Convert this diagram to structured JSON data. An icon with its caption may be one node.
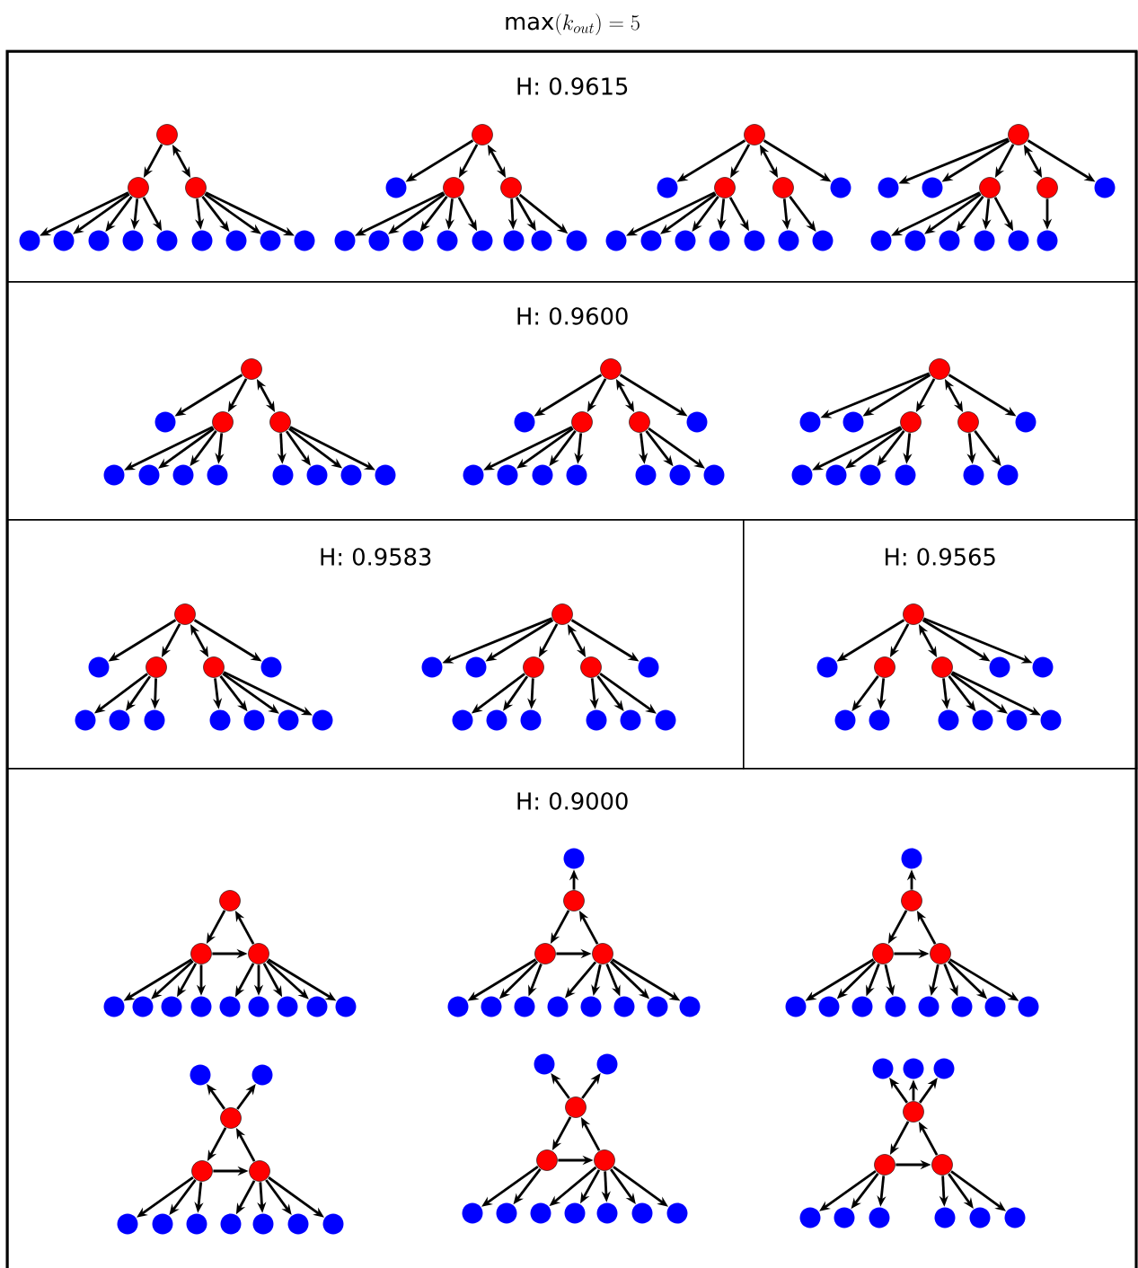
{
  "diagram": {
    "title": "\\mathrm{max}(k_{out}) = 5",
    "nodes": [
      {
        "text": [
          "H: 0.9615"
        ]
      },
      {
        "text": [],
        "shape": "circle",
        "in": 0
      },
      {
        "text": [],
        "shape": "circle",
        "in": 0
      },
      {
        "text": [],
        "shape": "circle",
        "in": 0
      },
      {
        "text": [],
        "shape": "circle",
        "in": 0
      },
      {
        "text": [],
        "shape": "circle",
        "in": 0
      },
      {
        "text": [],
        "shape": "circle",
        "in": 0
      },
      {
        "text": [],
        "shape": "circle",
        "in": 0
      },
      {
        "text": [],
        "shape": "circle",
        "in": 0
      },
      {
        "text": [],
        "shape": "circle",
        "in": 0
      },
      {
        "text": [],
        "shape": "circle",
        "in": 0
      },
      {
        "text": [],
        "shape": "circle",
        "in": 0
      },
      {
        "text": [],
        "shape": "circle",
        "in": 0
      },
      {
        "text": [],
        "shape": "circle",
        "in": 0
      },
      {
        "text": [],
        "shape": "circle",
        "in": 0
      },
      {
        "text": [],
        "shape": "circle",
        "in": 0
      },
      {
        "text": [],
        "shape": "circle",
        "in": 0
      },
      {
        "text": [],
        "shape": "circle",
        "in": 0
      },
      {
        "text": [],
        "shape": "circle",
        "in": 0
      },
      {
        "text": [],
        "shape": "circle",
        "in": 0
      },
      {
        "text": [],
        "shape": "circle",
        "in": 0
      },
      {
        "text": [],
        "shape": "circle",
        "in": 0
      },
      {
        "text": [],
        "shape": "circle",
        "in": 0
      },
      {
        "text": [],
        "shape": "circle",
        "in": 0
      },
      {
        "text": [],
        "shape": "circle",
        "in": 0
      },
      {
        "text": [],
        "shape": "circle",
        "in": 0
      },
      {
        "text": [],
        "shape": "circle",
        "in": 0
      },
      {
        "text": [],
        "shape": "circle",
        "in": 0
      },
      {
        "text": [],
        "shape": "circle",
        "in": 0
      },
      {
        "text": [],
        "shape": "circle",
        "in": 0
      },
      {
        "text": [],
        "shape": "circle",
        "in": 0
      },
      {
        "text": [],
        "shape": "circle",
        "in": 0
      },
      {
        "text": [],
        "shape": "circle",
        "in": 0
      },
      {
        "text": [],
        "shape": "circle",
        "in": 0
      },
      {
        "text": [],
        "shape": "circle",
        "in": 0
      },
      {
        "text": [],
        "shape": "circle",
        "in": 0
      },
      {
        "text": [],
        "shape": "circle",
        "in": 0
      },
      {
        "text": [],
        "shape": "circle",
        "in": 0
      },
      {
        "text": [],
        "shape": "circle",
        "in": 0
      },
      {
        "text": [],
        "shape": "circle",
        "in": 0
      },
      {
        "text": [],
        "shape": "circle",
        "in": 0
      },
      {
        "text": [],
        "shape": "circle",
        "in": 0
      },
      {
        "text": [],
        "shape": "circle",
        "in": 0
      },
      {
        "text": [],
        "shape": "circle",
        "in": 0
      },
      {
        "text": [],
        "shape": "circle",
        "in": 0
      },
      {
        "text": [],
        "shape": "circle",
        "in": 0
      },
      {
        "text": [],
        "shape": "circle",
        "in": 0
      },
      {
        "text": [],
        "shape": "circle",
        "in": 0
      },
      {
        "text": [],
        "shape": "circle",
        "in": 0
      },
      {
        "text": [
          "H: 0.9600"
        ]
      },
      {
        "text": [],
        "shape": "circle",
        "in": 49
      },
      {
        "text": [],
        "shape": "circle",
        "in": 49
      },
      {
        "text": [],
        "shape": "circle",
        "in": 49
      },
      {
        "text": [],
        "shape": "circle",
        "in": 49
      },
      {
        "text": [],
        "shape": "circle",
        "in": 49
      },
      {
        "text": [],
        "shape": "circle",
        "in": 49
      },
      {
        "text": [],
        "shape": "circle",
        "in": 49
      },
      {
        "text": [],
        "shape": "circle",
        "in": 49
      },
      {
        "text": [],
        "shape": "circle",
        "in": 49
      },
      {
        "text": [],
        "shape": "circle",
        "in": 49
      },
      {
        "text": [],
        "shape": "circle",
        "in": 49
      },
      {
        "text": [],
        "shape": "circle",
        "in": 49
      },
      {
        "text": [],
        "shape": "circle",
        "in": 49
      },
      {
        "text": [],
        "shape": "circle",
        "in": 49
      },
      {
        "text": [],
        "shape": "circle",
        "in": 49
      },
      {
        "text": [],
        "shape": "circle",
        "in": 49
      },
      {
        "text": [],
        "shape": "circle",
        "in": 49
      },
      {
        "text": [],
        "shape": "circle",
        "in": 49
      },
      {
        "text": [],
        "shape": "circle",
        "in": 49
      },
      {
        "text": [],
        "shape": "circle",
        "in": 49
      },
      {
        "text": [],
        "shape": "circle",
        "in": 49
      },
      {
        "text": [],
        "shape": "circle",
        "in": 49
      },
      {
        "text": [],
        "shape": "circle",
        "in": 49
      },
      {
        "text": [],
        "shape": "circle",
        "in": 49
      },
      {
        "text": [],
        "shape": "circle",
        "in": 49
      },
      {
        "text": [],
        "shape": "circle",
        "in": 49
      },
      {
        "text": [],
        "shape": "circle",
        "in": 49
      },
      {
        "text": [],
        "shape": "circle",
        "in": 49
      },
      {
        "text": [],
        "shape": "circle",
        "in": 49
      },
      {
        "text": [],
        "shape": "circle",
        "in": 49
      },
      {
        "text": [],
        "shape": "circle",
        "in": 49
      },
      {
        "text": [],
        "shape": "circle",
        "in": 49
      },
      {
        "text": [],
        "shape": "circle",
        "in": 49
      },
      {
        "text": [],
        "shape": "circle",
        "in": 49
      },
      {
        "text": [],
        "shape": "circle",
        "in": 49
      },
      {
        "text": [],
        "shape": "circle",
        "in": 49
      },
      {
        "text": [
          "H: 0.9583"
        ]
      },
      {
        "text": [],
        "shape": "circle",
        "in": 86
      },
      {
        "text": [],
        "shape": "circle",
        "in": 86
      },
      {
        "text": [],
        "shape": "circle",
        "in": 86
      },
      {
        "text": [],
        "shape": "circle",
        "in": 86
      },
      {
        "text": [],
        "shape": "circle",
        "in": 86
      },
      {
        "text": [],
        "shape": "circle",
        "in": 86
      },
      {
        "text": [],
        "shape": "circle",
        "in": 86
      },
      {
        "text": [],
        "shape": "circle",
        "in": 86
      },
      {
        "text": [],
        "shape": "circle",
        "in": 86
      },
      {
        "text": [],
        "shape": "circle",
        "in": 86
      },
      {
        "text": [],
        "shape": "circle",
        "in": 86
      },
      {
        "text": [],
        "shape": "circle",
        "in": 86
      },
      {
        "text": [],
        "shape": "circle",
        "in": 86
      },
      {
        "text": [],
        "shape": "circle",
        "in": 86
      },
      {
        "text": [],
        "shape": "circle",
        "in": 86
      },
      {
        "text": [],
        "shape": "circle",
        "in": 86
      },
      {
        "text": [],
        "shape": "circle",
        "in": 86
      },
      {
        "text": [],
        "shape": "circle",
        "in": 86
      },
      {
        "text": [],
        "shape": "circle",
        "in": 86
      },
      {
        "text": [],
        "shape": "circle",
        "in": 86
      },
      {
        "text": [],
        "shape": "circle",
        "in": 86
      },
      {
        "text": [],
        "shape": "circle",
        "in": 86
      },
      {
        "text": [],
        "shape": "circle",
        "in": 86
      },
      {
        "text": [],
        "shape": "circle",
        "in": 86
      },
      {
        "text": [
          "H: 0.9565"
        ]
      },
      {
        "text": [],
        "shape": "circle",
        "in": 111
      },
      {
        "text": [],
        "shape": "circle",
        "in": 111
      },
      {
        "text": [],
        "shape": "circle",
        "in": 111
      },
      {
        "text": [],
        "shape": "circle",
        "in": 111
      },
      {
        "text": [],
        "shape": "circle",
        "in": 111
      },
      {
        "text": [],
        "shape": "circle",
        "in": 111
      },
      {
        "text": [],
        "shape": "circle",
        "in": 111
      },
      {
        "text": [],
        "shape": "circle",
        "in": 111
      },
      {
        "text": [],
        "shape": "circle",
        "in": 111
      },
      {
        "text": [],
        "shape": "circle",
        "in": 111
      },
      {
        "text": [],
        "shape": "circle",
        "in": 111
      },
      {
        "text": [],
        "shape": "circle",
        "in": 111
      },
      {
        "text": [
          "H: 0.9000"
        ]
      },
      {
        "text": [],
        "shape": "circle",
        "in": 124
      },
      {
        "text": [],
        "shape": "circle",
        "in": 124
      },
      {
        "text": [],
        "shape": "circle",
        "in": 124
      },
      {
        "text": [],
        "shape": "circle",
        "in": 124
      },
      {
        "text": [],
        "shape": "circle",
        "in": 124
      },
      {
        "text": [],
        "shape": "circle",
        "in": 124
      },
      {
        "text": [],
        "shape": "circle",
        "in": 124
      },
      {
        "text": [],
        "shape": "circle",
        "in": 124
      },
      {
        "text": [],
        "shape": "circle",
        "in": 124
      },
      {
        "text": [],
        "shape": "circle",
        "in": 124
      },
      {
        "text": [],
        "shape": "circle",
        "in": 124
      },
      {
        "text": [],
        "shape": "circle",
        "in": 124
      },
      {
        "text": [],
        "shape": "circle",
        "in": 124
      },
      {
        "text": [],
        "shape": "circle",
        "in": 124
      },
      {
        "text": [],
        "shape": "circle",
        "in": 124
      },
      {
        "text": [],
        "shape": "circle",
        "in": 124
      },
      {
        "text": [],
        "shape": "circle",
        "in": 124
      },
      {
        "text": [],
        "shape": "circle",
        "in": 124
      },
      {
        "text": [],
        "shape": "circle",
        "in": 124
      },
      {
        "text": [],
        "shape": "circle",
        "in": 124
      },
      {
        "text": [],
        "shape": "circle",
        "in": 124
      },
      {
        "text": [],
        "shape": "circle",
        "in": 124
      },
      {
        "text": [],
        "shape": "circle",
        "in": 124
      },
      {
        "text": [],
        "shape": "circle",
        "in": 124
      },
      {
        "text": [],
        "shape": "circle",
        "in": 124
      },
      {
        "text": [],
        "shape": "circle",
        "in": 124
      },
      {
        "text": [],
        "shape": "circle",
        "in": 124
      },
      {
        "text": [],
        "shape": "circle",
        "in": 124
      },
      {
        "text": [],
        "shape": "circle",
        "in": 124
      },
      {
        "text": [],
        "shape": "circle",
        "in": 124
      },
      {
        "text": [],
        "shape": "circle",
        "in": 124
      },
      {
        "text": [],
        "shape": "circle",
        "in": 124
      },
      {
        "text": [],
        "shape": "circle",
        "in": 124
      },
      {
        "text": [],
        "shape": "circle",
        "in": 124
      },
      {
        "text": [],
        "shape": "circle",
        "in": 124
      },
      {
        "text": [],
        "shape": "circle",
        "in": 124
      },
      {
        "text": [],
        "shape": "circle",
        "in": 124
      },
      {
        "text": [],
        "shape": "circle",
        "in": 124
      },
      {
        "text": [],
        "shape": "circle",
        "in": 124
      },
      {
        "text": [],
        "shape": "circle",
        "in": 124
      },
      {
        "text": [],
        "shape": "circle",
        "in": 124
      },
      {
        "text": [],
        "shape": "circle",
        "in": 124
      },
      {
        "text": [],
        "shape": "circle",
        "in": 124
      },
      {
        "text": [],
        "shape": "circle",
        "in": 124
      },
      {
        "text": [],
        "shape": "circle",
        "in": 124
      },
      {
        "text": [],
        "shape": "circle",
        "in": 124
      },
      {
        "text": [],
        "shape": "circle",
        "in": 124
      },
      {
        "text": [],
        "shape": "circle",
        "in": 124
      },
      {
        "text": [],
        "shape": "circle",
        "in": 124
      },
      {
        "text": [],
        "shape": "circle",
        "in": 124
      },
      {
        "text": [],
        "shape": "circle",
        "in": 124
      },
      {
        "text": [],
        "shape": "circle",
        "in": 124
      },
      {
        "text": [],
        "shape": "circle",
        "in": 124
      },
      {
        "text": [],
        "shape": "circle",
        "in": 124
      },
      {
        "text": [],
        "shape": "circle",
        "in": 124
      },
      {
        "text": [],
        "shape": "circle",
        "in": 124
      },
      {
        "text": [],
        "shape": "circle",
        "in": 124
      },
      {
        "text": [],
        "shape": "circle",
        "in": 124
      },
      {
        "text": [],
        "shape": "circle",
        "in": 124
      },
      {
        "text": [],
        "shape": "circle",
        "in": 124
      },
      {
        "text": [],
        "shape": "circle",
        "in": 124
      },
      {
        "text": [],
        "shape": "circle",
        "in": 124
      },
      {
        "text": [],
        "shape": "circle",
        "in": 124
      },
      {
        "text": [],
        "shape": "circle",
        "in": 124
      },
      {
        "text": [],
        "shape": "circle",
        "in": 124
      },
      {
        "text": [],
        "shape": "circle",
        "in": 124
      },
      {
        "text": [],
        "shape": "circle",
        "in": 124
      },
      {
        "text": [],
        "shape": "circle",
        "in": 124
      },
      {
        "text": [],
        "shape": "circle",
        "in": 124
      },
      {
        "text": [],
        "shape": "circle",
        "in": 124
      },
      {
        "text": [],
        "shape": "circle",
        "in": 124
      },
      {
        "text": [],
        "shape": "circle",
        "in": 124
      }
    ],
    "edges": [
      {
        "from": 1,
        "to": 2,
        "arrow": "to"
      },
      {
        "from": 1,
        "to": 3,
        "arrow": "both"
      },
      {
        "from": 2,
        "to": 4,
        "arrow": "to"
      },
      {
        "from": 2,
        "to": 5,
        "arrow": "to"
      },
      {
        "from": 2,
        "to": 6,
        "arrow": "to"
      },
      {
        "from": 2,
        "to": 7,
        "arrow": "to"
      },
      {
        "from": 2,
        "to": 8,
        "arrow": "to"
      },
      {
        "from": 3,
        "to": 9,
        "arrow": "to"
      },
      {
        "from": 3,
        "to": 10,
        "arrow": "to"
      },
      {
        "from": 3,
        "to": 11,
        "arrow": "to"
      },
      {
        "from": 3,
        "to": 12,
        "arrow": "to"
      },
      {
        "from": 13,
        "to": 14,
        "arrow": "to"
      },
      {
        "from": 13,
        "to": 15,
        "arrow": "to"
      },
      {
        "from": 13,
        "to": 16,
        "arrow": "both"
      },
      {
        "from": 15,
        "to": 17,
        "arrow": "to"
      },
      {
        "from": 15,
        "to": 18,
        "arrow": "to"
      },
      {
        "from": 15,
        "to": 19,
        "arrow": "to"
      },
      {
        "from": 15,
        "to": 20,
        "arrow": "to"
      },
      {
        "from": 15,
        "to": 21,
        "arrow": "to"
      },
      {
        "from": 16,
        "to": 22,
        "arrow": "to"
      },
      {
        "from": 16,
        "to": 23,
        "arrow": "to"
      },
      {
        "from": 16,
        "to": 24,
        "arrow": "to"
      },
      {
        "from": 25,
        "to": 26,
        "arrow": "to"
      },
      {
        "from": 25,
        "to": 27,
        "arrow": "to"
      },
      {
        "from": 25,
        "to": 28,
        "arrow": "both"
      },
      {
        "from": 25,
        "to": 29,
        "arrow": "to"
      },
      {
        "from": 27,
        "to": 30,
        "arrow": "to"
      },
      {
        "from": 27,
        "to": 31,
        "arrow": "to"
      },
      {
        "from": 27,
        "to": 32,
        "arrow": "to"
      },
      {
        "from": 27,
        "to": 33,
        "arrow": "to"
      },
      {
        "from": 27,
        "to": 34,
        "arrow": "to"
      },
      {
        "from": 28,
        "to": 35,
        "arrow": "to"
      },
      {
        "from": 28,
        "to": 36,
        "arrow": "to"
      },
      {
        "from": 37,
        "to": 38,
        "arrow": "to"
      },
      {
        "from": 37,
        "to": 39,
        "arrow": "to"
      },
      {
        "from": 37,
        "to": 40,
        "arrow": "to"
      },
      {
        "from": 37,
        "to": 41,
        "arrow": "both"
      },
      {
        "from": 37,
        "to": 42,
        "arrow": "to"
      },
      {
        "from": 40,
        "to": 43,
        "arrow": "to"
      },
      {
        "from": 40,
        "to": 44,
        "arrow": "to"
      },
      {
        "from": 40,
        "to": 45,
        "arrow": "to"
      },
      {
        "from": 40,
        "to": 46,
        "arrow": "to"
      },
      {
        "from": 40,
        "to": 47,
        "arrow": "to"
      },
      {
        "from": 41,
        "to": 48,
        "arrow": "to"
      },
      {
        "from": 50,
        "to": 51,
        "arrow": "to"
      },
      {
        "from": 50,
        "to": 52,
        "arrow": "to"
      },
      {
        "from": 50,
        "to": 53,
        "arrow": "both"
      },
      {
        "from": 52,
        "to": 54,
        "arrow": "to"
      },
      {
        "from": 52,
        "to": 55,
        "arrow": "to"
      },
      {
        "from": 52,
        "to": 56,
        "arrow": "to"
      },
      {
        "from": 52,
        "to": 57,
        "arrow": "to"
      },
      {
        "from": 53,
        "to": 58,
        "arrow": "to"
      },
      {
        "from": 53,
        "to": 59,
        "arrow": "to"
      },
      {
        "from": 53,
        "to": 60,
        "arrow": "to"
      },
      {
        "from": 53,
        "to": 61,
        "arrow": "to"
      },
      {
        "from": 62,
        "to": 63,
        "arrow": "to"
      },
      {
        "from": 62,
        "to": 64,
        "arrow": "to"
      },
      {
        "from": 62,
        "to": 65,
        "arrow": "both"
      },
      {
        "from": 62,
        "to": 66,
        "arrow": "to"
      },
      {
        "from": 64,
        "to": 67,
        "arrow": "to"
      },
      {
        "from": 64,
        "to": 68,
        "arrow": "to"
      },
      {
        "from": 64,
        "to": 69,
        "arrow": "to"
      },
      {
        "from": 64,
        "to": 70,
        "arrow": "to"
      },
      {
        "from": 65,
        "to": 71,
        "arrow": "to"
      },
      {
        "from": 65,
        "to": 72,
        "arrow": "to"
      },
      {
        "from": 65,
        "to": 73,
        "arrow": "to"
      },
      {
        "from": 74,
        "to": 75,
        "arrow": "to"
      },
      {
        "from": 74,
        "to": 76,
        "arrow": "to"
      },
      {
        "from": 74,
        "to": 77,
        "arrow": "to"
      },
      {
        "from": 74,
        "to": 78,
        "arrow": "both"
      },
      {
        "from": 74,
        "to": 79,
        "arrow": "to"
      },
      {
        "from": 77,
        "to": 80,
        "arrow": "to"
      },
      {
        "from": 77,
        "to": 81,
        "arrow": "to"
      },
      {
        "from": 77,
        "to": 82,
        "arrow": "to"
      },
      {
        "from": 77,
        "to": 83,
        "arrow": "to"
      },
      {
        "from": 78,
        "to": 84,
        "arrow": "to"
      },
      {
        "from": 78,
        "to": 85,
        "arrow": "to"
      },
      {
        "from": 87,
        "to": 88,
        "arrow": "to"
      },
      {
        "from": 87,
        "to": 89,
        "arrow": "to"
      },
      {
        "from": 87,
        "to": 90,
        "arrow": "both"
      },
      {
        "from": 87,
        "to": 91,
        "arrow": "to"
      },
      {
        "from": 89,
        "to": 92,
        "arrow": "to"
      },
      {
        "from": 89,
        "to": 93,
        "arrow": "to"
      },
      {
        "from": 89,
        "to": 94,
        "arrow": "to"
      },
      {
        "from": 90,
        "to": 95,
        "arrow": "to"
      },
      {
        "from": 90,
        "to": 96,
        "arrow": "to"
      },
      {
        "from": 90,
        "to": 97,
        "arrow": "to"
      },
      {
        "from": 90,
        "to": 98,
        "arrow": "to"
      },
      {
        "from": 99,
        "to": 100,
        "arrow": "to"
      },
      {
        "from": 99,
        "to": 101,
        "arrow": "to"
      },
      {
        "from": 99,
        "to": 102,
        "arrow": "to"
      },
      {
        "from": 99,
        "to": 103,
        "arrow": "both"
      },
      {
        "from": 99,
        "to": 104,
        "arrow": "to"
      },
      {
        "from": 102,
        "to": 105,
        "arrow": "to"
      },
      {
        "from": 102,
        "to": 106,
        "arrow": "to"
      },
      {
        "from": 102,
        "to": 107,
        "arrow": "to"
      },
      {
        "from": 103,
        "to": 108,
        "arrow": "to"
      },
      {
        "from": 103,
        "to": 109,
        "arrow": "to"
      },
      {
        "from": 103,
        "to": 110,
        "arrow": "to"
      },
      {
        "from": 112,
        "to": 113,
        "arrow": "to"
      },
      {
        "from": 112,
        "to": 114,
        "arrow": "to"
      },
      {
        "from": 112,
        "to": 115,
        "arrow": "both"
      },
      {
        "from": 112,
        "to": 116,
        "arrow": "to"
      },
      {
        "from": 112,
        "to": 117,
        "arrow": "to"
      },
      {
        "from": 114,
        "to": 118,
        "arrow": "to"
      },
      {
        "from": 114,
        "to": 119,
        "arrow": "to"
      },
      {
        "from": 115,
        "to": 120,
        "arrow": "to"
      },
      {
        "from": 115,
        "to": 121,
        "arrow": "to"
      },
      {
        "from": 115,
        "to": 122,
        "arrow": "to"
      },
      {
        "from": 115,
        "to": 123,
        "arrow": "to"
      },
      {
        "from": 125,
        "to": 126,
        "arrow": "to"
      },
      {
        "from": 126,
        "to": 127,
        "arrow": "to"
      },
      {
        "from": 127,
        "to": 125,
        "arrow": "to"
      },
      {
        "from": 126,
        "to": 128,
        "arrow": "to"
      },
      {
        "from": 126,
        "to": 129,
        "arrow": "to"
      },
      {
        "from": 126,
        "to": 130,
        "arrow": "to"
      },
      {
        "from": 126,
        "to": 131,
        "arrow": "to"
      },
      {
        "from": 127,
        "to": 132,
        "arrow": "to"
      },
      {
        "from": 127,
        "to": 133,
        "arrow": "to"
      },
      {
        "from": 127,
        "to": 134,
        "arrow": "to"
      },
      {
        "from": 127,
        "to": 135,
        "arrow": "to"
      },
      {
        "from": 127,
        "to": 136,
        "arrow": "to"
      },
      {
        "from": 138,
        "to": 137,
        "arrow": "to"
      },
      {
        "from": 138,
        "to": 139,
        "arrow": "to"
      },
      {
        "from": 139,
        "to": 140,
        "arrow": "to"
      },
      {
        "from": 140,
        "to": 138,
        "arrow": "to"
      },
      {
        "from": 139,
        "to": 141,
        "arrow": "to"
      },
      {
        "from": 139,
        "to": 142,
        "arrow": "to"
      },
      {
        "from": 139,
        "to": 143,
        "arrow": "to"
      },
      {
        "from": 140,
        "to": 144,
        "arrow": "to"
      },
      {
        "from": 140,
        "to": 145,
        "arrow": "to"
      },
      {
        "from": 140,
        "to": 146,
        "arrow": "to"
      },
      {
        "from": 140,
        "to": 147,
        "arrow": "to"
      },
      {
        "from": 140,
        "to": 148,
        "arrow": "to"
      },
      {
        "from": 150,
        "to": 149,
        "arrow": "to"
      },
      {
        "from": 150,
        "to": 151,
        "arrow": "to"
      },
      {
        "from": 151,
        "to": 152,
        "arrow": "to"
      },
      {
        "from": 152,
        "to": 150,
        "arrow": "to"
      },
      {
        "from": 151,
        "to": 153,
        "arrow": "to"
      },
      {
        "from": 151,
        "to": 154,
        "arrow": "to"
      },
      {
        "from": 151,
        "to": 155,
        "arrow": "to"
      },
      {
        "from": 151,
        "to": 156,
        "arrow": "to"
      },
      {
        "from": 152,
        "to": 157,
        "arrow": "to"
      },
      {
        "from": 152,
        "to": 158,
        "arrow": "to"
      },
      {
        "from": 152,
        "to": 159,
        "arrow": "to"
      },
      {
        "from": 152,
        "to": 160,
        "arrow": "to"
      },
      {
        "from": 163,
        "to": 161,
        "arrow": "to"
      },
      {
        "from": 163,
        "to": 162,
        "arrow": "to"
      },
      {
        "from": 163,
        "to": 164,
        "arrow": "to"
      },
      {
        "from": 164,
        "to": 165,
        "arrow": "to"
      },
      {
        "from": 165,
        "to": 163,
        "arrow": "to"
      },
      {
        "from": 164,
        "to": 166,
        "arrow": "to"
      },
      {
        "from": 164,
        "to": 167,
        "arrow": "to"
      },
      {
        "from": 164,
        "to": 168,
        "arrow": "to"
      },
      {
        "from": 165,
        "to": 169,
        "arrow": "to"
      },
      {
        "from": 165,
        "to": 170,
        "arrow": "to"
      },
      {
        "from": 165,
        "to": 171,
        "arrow": "to"
      },
      {
        "from": 165,
        "to": 172,
        "arrow": "to"
      },
      {
        "from": 175,
        "to": 173,
        "arrow": "to"
      },
      {
        "from": 175,
        "to": 174,
        "arrow": "to"
      },
      {
        "from": 175,
        "to": 176,
        "arrow": "to"
      },
      {
        "from": 176,
        "to": 177,
        "arrow": "to"
      },
      {
        "from": 177,
        "to": 175,
        "arrow": "to"
      },
      {
        "from": 176,
        "to": 178,
        "arrow": "to"
      },
      {
        "from": 176,
        "to": 179,
        "arrow": "to"
      },
      {
        "from": 177,
        "to": 180,
        "arrow": "to"
      },
      {
        "from": 177,
        "to": 181,
        "arrow": "to"
      },
      {
        "from": 177,
        "to": 182,
        "arrow": "to"
      },
      {
        "from": 177,
        "to": 183,
        "arrow": "to"
      },
      {
        "from": 177,
        "to": 184,
        "arrow": "to"
      },
      {
        "from": 188,
        "to": 185,
        "arrow": "to"
      },
      {
        "from": 188,
        "to": 186,
        "arrow": "to"
      },
      {
        "from": 188,
        "to": 187,
        "arrow": "to"
      },
      {
        "from": 188,
        "to": 189,
        "arrow": "to"
      },
      {
        "from": 189,
        "to": 190,
        "arrow": "to"
      },
      {
        "from": 190,
        "to": 188,
        "arrow": "to"
      },
      {
        "from": 189,
        "to": 191,
        "arrow": "to"
      },
      {
        "from": 189,
        "to": 192,
        "arrow": "to"
      },
      {
        "from": 189,
        "to": 193,
        "arrow": "to"
      },
      {
        "from": 190,
        "to": 194,
        "arrow": "to"
      },
      {
        "from": 190,
        "to": 195,
        "arrow": "to"
      },
      {
        "from": 190,
        "to": 196,
        "arrow": "to"
      }
    ]
  }
}
